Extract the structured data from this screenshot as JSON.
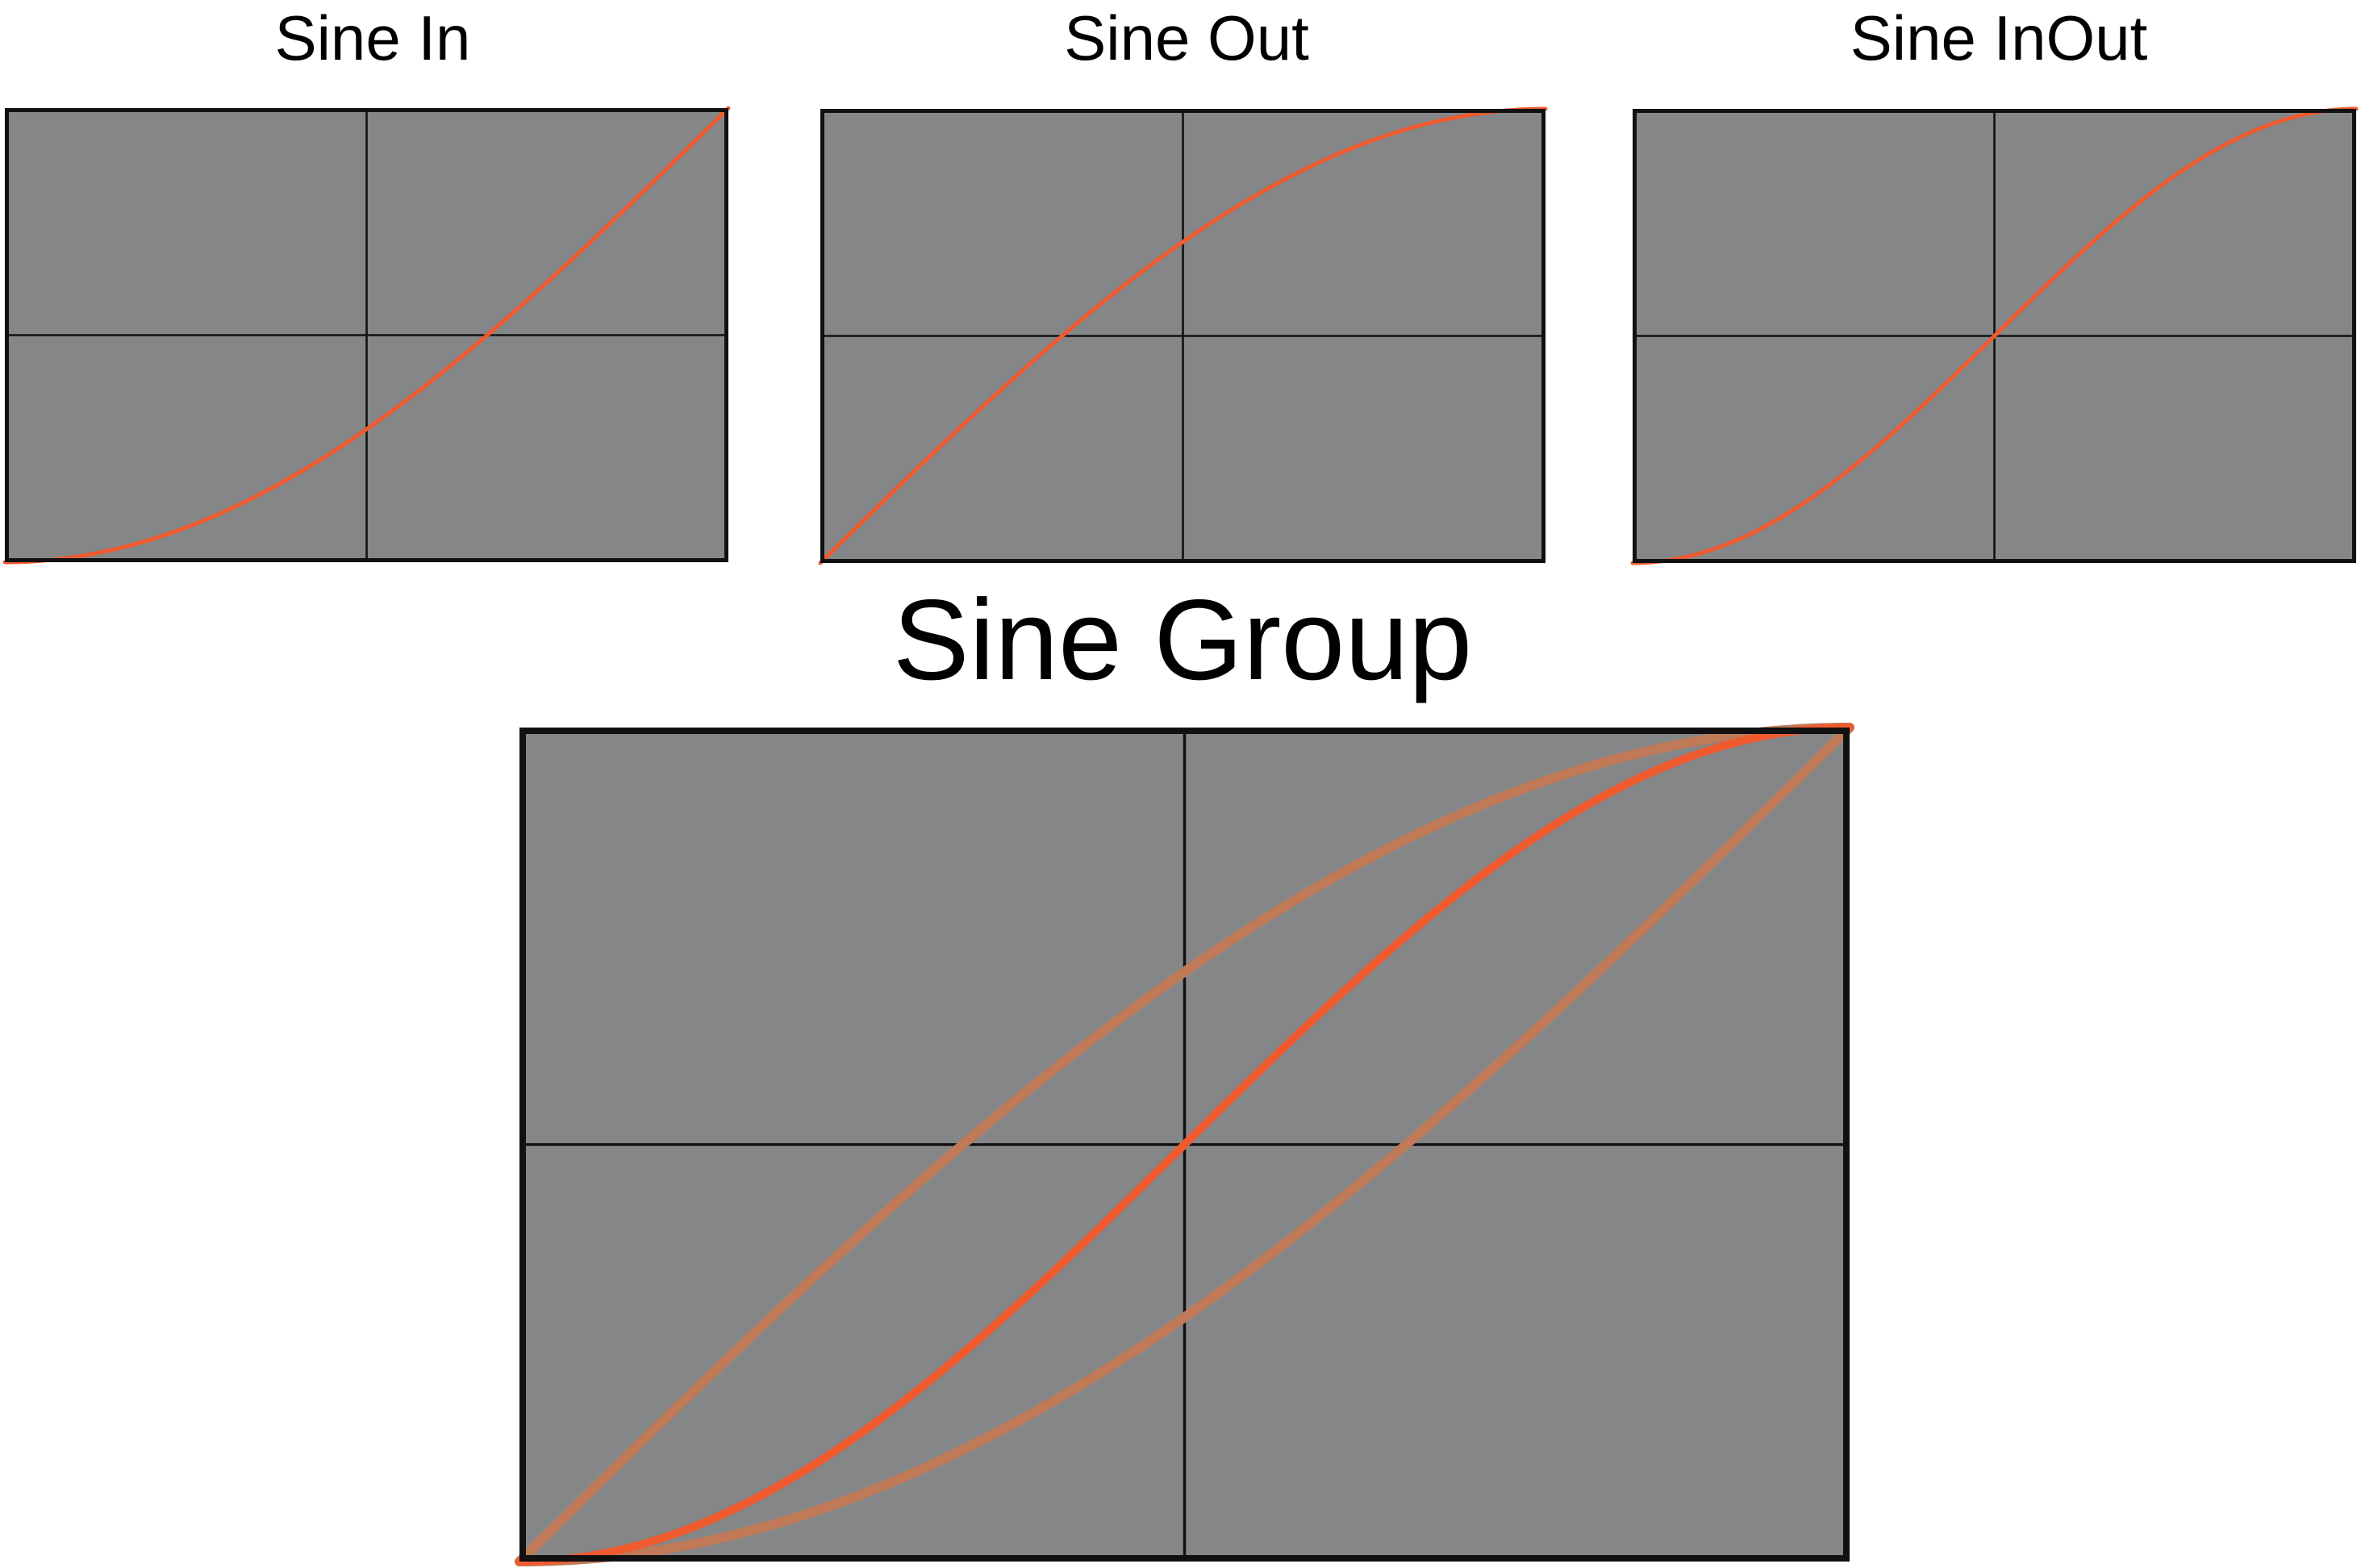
{
  "colors": {
    "panel": "#858687",
    "border": "#111111",
    "grid": "#111111",
    "curve": "#ef5a2f",
    "curve_faded": "#c07a58"
  },
  "chart_data": [
    {
      "type": "line",
      "title": "Sine In",
      "xlim": [
        0,
        1
      ],
      "ylim": [
        0,
        1
      ],
      "grid": true,
      "series": [
        {
          "easing": "sine-in",
          "x": [
            0,
            0.25,
            0.5,
            0.75,
            1
          ],
          "y": [
            0,
            0.076,
            0.293,
            0.617,
            1
          ]
        }
      ]
    },
    {
      "type": "line",
      "title": "Sine Out",
      "xlim": [
        0,
        1
      ],
      "ylim": [
        0,
        1
      ],
      "grid": true,
      "series": [
        {
          "easing": "sine-out",
          "x": [
            0,
            0.25,
            0.5,
            0.75,
            1
          ],
          "y": [
            0,
            0.383,
            0.707,
            0.924,
            1
          ]
        }
      ]
    },
    {
      "type": "line",
      "title": "Sine InOut",
      "xlim": [
        0,
        1
      ],
      "ylim": [
        0,
        1
      ],
      "grid": true,
      "series": [
        {
          "easing": "sine-inout",
          "x": [
            0,
            0.25,
            0.5,
            0.75,
            1
          ],
          "y": [
            0,
            0.146,
            0.5,
            0.854,
            1
          ]
        }
      ]
    },
    {
      "type": "line",
      "title": "Sine Group",
      "xlim": [
        0,
        1
      ],
      "ylim": [
        0,
        1
      ],
      "grid": true,
      "series": [
        {
          "easing": "sine-in",
          "emphasis": "faded",
          "x": [
            0,
            0.25,
            0.5,
            0.75,
            1
          ],
          "y": [
            0,
            0.076,
            0.293,
            0.617,
            1
          ]
        },
        {
          "easing": "sine-out",
          "emphasis": "faded",
          "x": [
            0,
            0.25,
            0.5,
            0.75,
            1
          ],
          "y": [
            0,
            0.383,
            0.707,
            0.924,
            1
          ]
        },
        {
          "easing": "sine-inout",
          "emphasis": "highlight",
          "x": [
            0,
            0.25,
            0.5,
            0.75,
            1
          ],
          "y": [
            0,
            0.146,
            0.5,
            0.854,
            1
          ]
        }
      ]
    }
  ]
}
